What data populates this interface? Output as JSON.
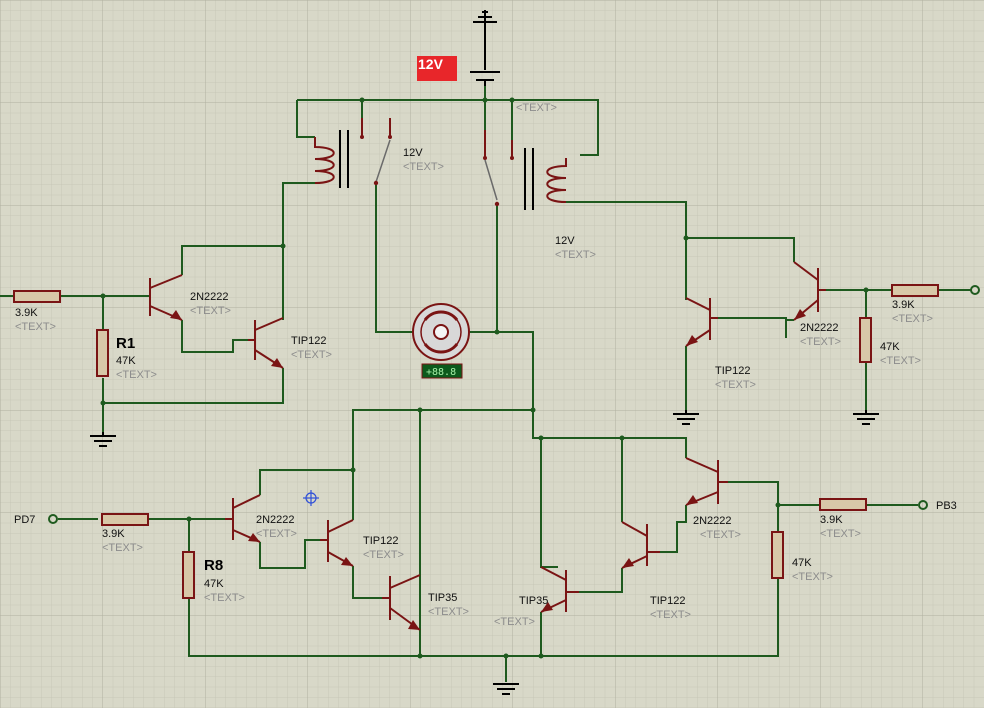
{
  "power_supply": {
    "label": "12V"
  },
  "relays": [
    {
      "id": "left",
      "voltage": "12V",
      "placeholder": "<TEXT>"
    },
    {
      "id": "right",
      "voltage": "12V",
      "placeholder": "<TEXT>"
    }
  ],
  "top_placeholder": "<TEXT>",
  "motor": {
    "readout": "+88.8"
  },
  "placeholder": "<TEXT>",
  "left_top_stage": {
    "input_resistor": "3.9K",
    "pulldown_name": "R1",
    "pulldown_value": "47K",
    "driver": "2N2222",
    "darlington": "TIP122"
  },
  "right_top_stage": {
    "input_resistor": "3.9K",
    "pulldown_value": "47K",
    "driver": "2N2222",
    "darlington": "TIP122"
  },
  "left_bottom_stage": {
    "port": "PD7",
    "input_resistor": "3.9K",
    "pulldown_name": "R8",
    "pulldown_value": "47K",
    "driver": "2N2222",
    "darlington": "TIP122",
    "power": "TIP35"
  },
  "right_bottom_stage": {
    "port": "PB3",
    "input_resistor": "3.9K",
    "pulldown_value": "47K",
    "driver": "2N2222",
    "darlington": "TIP122",
    "power": "TIP35"
  },
  "colors": {
    "background": "#d8d8c8",
    "wire": "#1e5a1e",
    "component": "#7a1414",
    "component_fill": "#d8c8a8",
    "label_bg_red": "#e8262a",
    "meter_bg": "#0c5a1c",
    "meter_text": "#a8f0a8",
    "cursor": "#3050d8"
  }
}
